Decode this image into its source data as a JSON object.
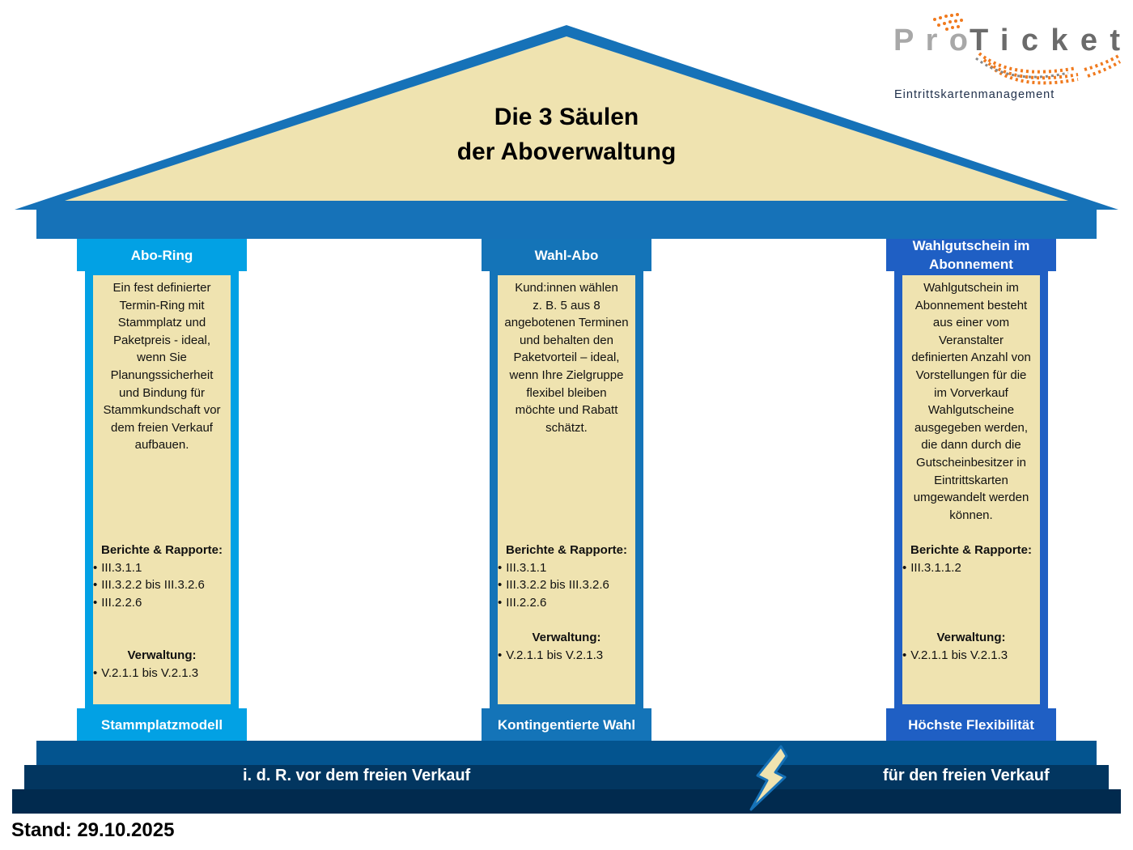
{
  "title_lines": [
    "Die 3 Säulen",
    "der Aboverwaltung"
  ],
  "logo": {
    "text": "ProTicket",
    "tagline": "Eintrittskartenmanagement"
  },
  "columns": [
    {
      "header": "Abo-Ring",
      "footer": "Stammplatzmodell",
      "color": "#02a1e4",
      "desc": [
        "Ein fest definierter",
        "Termin-Ring mit",
        "Stammplatz und",
        "Paketpreis - ideal,",
        "wenn Sie",
        "Planungssicherheit",
        "und Bindung für",
        "Stammkundschaft vor",
        "dem freien Verkauf",
        "aufbauen."
      ],
      "reports_label": "Berichte & Rapporte:",
      "reports": [
        "III.3.1.1",
        "III.3.2.2 bis III.3.2.6",
        "III.2.2.6"
      ],
      "admin_label": "Verwaltung:",
      "admin": [
        "V.2.1.1 bis V.2.1.3"
      ]
    },
    {
      "header": "Wahl-Abo",
      "footer": "Kontingentierte Wahl",
      "color": "#1474b8",
      "desc": [
        "Kund:innen wählen",
        "z. B. 5 aus 8",
        "angebotenen Terminen",
        "und behalten den",
        "Paketvorteil – ideal,",
        "wenn Ihre Zielgruppe",
        "flexibel bleiben",
        "möchte und Rabatt",
        "schätzt."
      ],
      "reports_label": "Berichte & Rapporte:",
      "reports": [
        "III.3.1.1",
        "III.3.2.2 bis III.3.2.6",
        "III.2.2.6"
      ],
      "admin_label": "Verwaltung:",
      "admin": [
        "V.2.1.1 bis V.2.1.3"
      ]
    },
    {
      "header": "Wahlgutschein im Abonnement",
      "footer": "Höchste Flexibilität",
      "color": "#1f5fc4",
      "desc": [
        "Wahlgutschein im",
        "Abonnement besteht",
        "aus einer vom",
        "Veranstalter",
        "definierten Anzahl von",
        "Vorstellungen für die",
        "im Vorverkauf",
        "Wahlgutscheine",
        "ausgegeben werden,",
        "die dann durch die",
        "Gutscheinbesitzer in",
        "Eintrittskarten",
        "umgewandelt werden",
        "können."
      ],
      "reports_label": "Berichte & Rapporte:",
      "reports": [
        "III.3.1.1.2"
      ],
      "admin_label": "Verwaltung:",
      "admin": [
        "V.2.1.1 bis V.2.1.3"
      ]
    }
  ],
  "base": {
    "left": "i. d. R. vor dem freien Verkauf",
    "right": "für den freien Verkauf"
  },
  "stand": "Stand: 29.10.2025"
}
